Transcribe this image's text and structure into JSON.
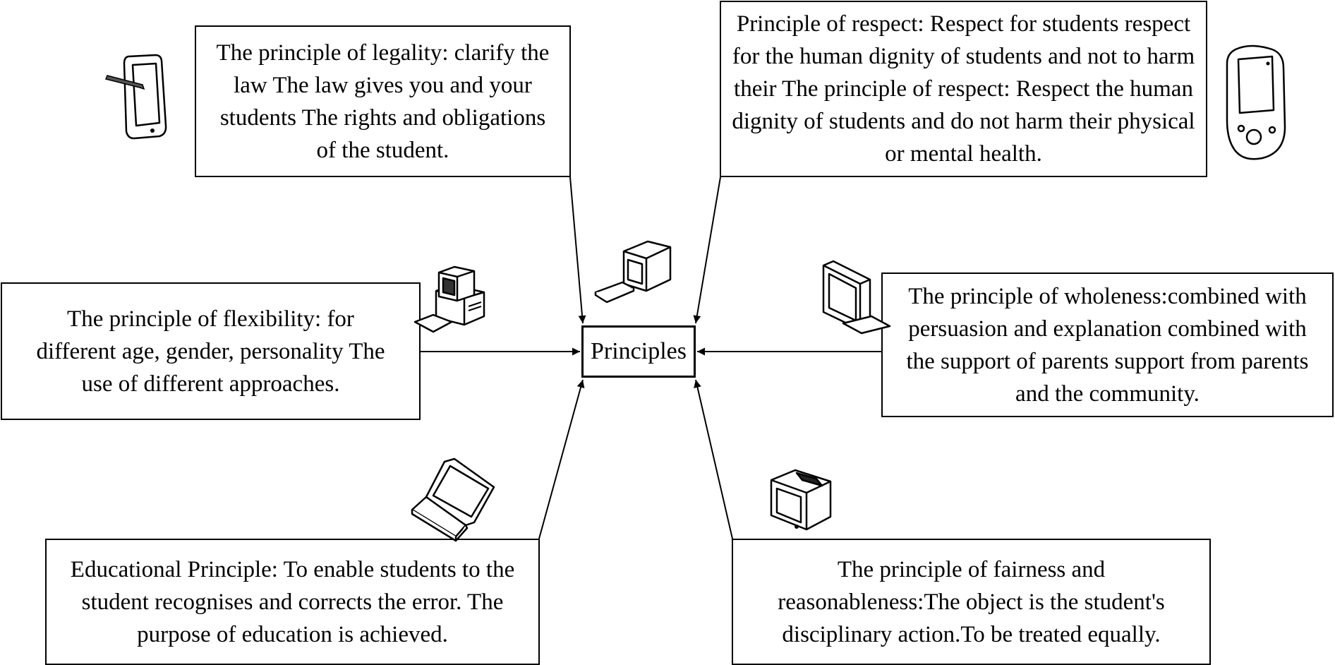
{
  "center": {
    "label": "Principles"
  },
  "boxes": {
    "legality": {
      "text": "The principle of legality: clarify the law The law gives you and your students The rights and obligations of the student."
    },
    "respect": {
      "text": "Principle of respect: Respect for students respect for the human dignity of students and not to harm their The principle of respect: Respect the human dignity of students and do not harm their physical or mental health."
    },
    "flexibility": {
      "text": "The principle of flexibility: for different age, gender, personality The use of different approaches."
    },
    "wholeness": {
      "text": "The principle of wholeness:combined with persuasion and explanation combined with the support of parents support from parents and the community."
    },
    "educational": {
      "text": "Educational Principle: To enable students to the student recognises and corrects the error. The purpose of education is achieved."
    },
    "fairness": {
      "text": "The principle of fairness and reasonableness:The object is the student's disciplinary action.To be treated equally."
    }
  },
  "icons": [
    "tablet-pen-icon",
    "pda-icon",
    "desktop-computer-icon",
    "workstation-icon",
    "lcd-monitor-icon",
    "laptop-icon",
    "crt-monitor-icon"
  ]
}
